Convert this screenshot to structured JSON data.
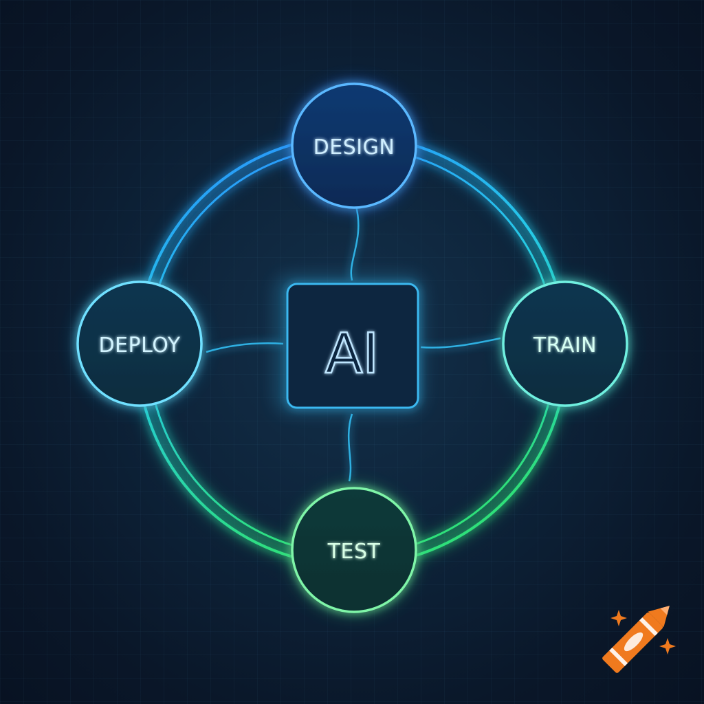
{
  "diagram": {
    "center": {
      "label": "AI"
    },
    "nodes": [
      {
        "id": "design",
        "label": "DESIGN"
      },
      {
        "id": "train",
        "label": "TRAIN"
      },
      {
        "id": "test",
        "label": "TEST"
      },
      {
        "id": "deploy",
        "label": "DEPLOY"
      }
    ],
    "colors": {
      "background": "#0b1a2e",
      "ring_top": "#2a8fff",
      "ring_bottom": "#2ee07a",
      "node_text_blue": "#bfe6ff",
      "node_text_green": "#c8ffd8",
      "glow_cyan": "#34c8ff",
      "watermark": "#f07a1e"
    }
  },
  "watermark": {
    "icon": "crayon-icon"
  }
}
